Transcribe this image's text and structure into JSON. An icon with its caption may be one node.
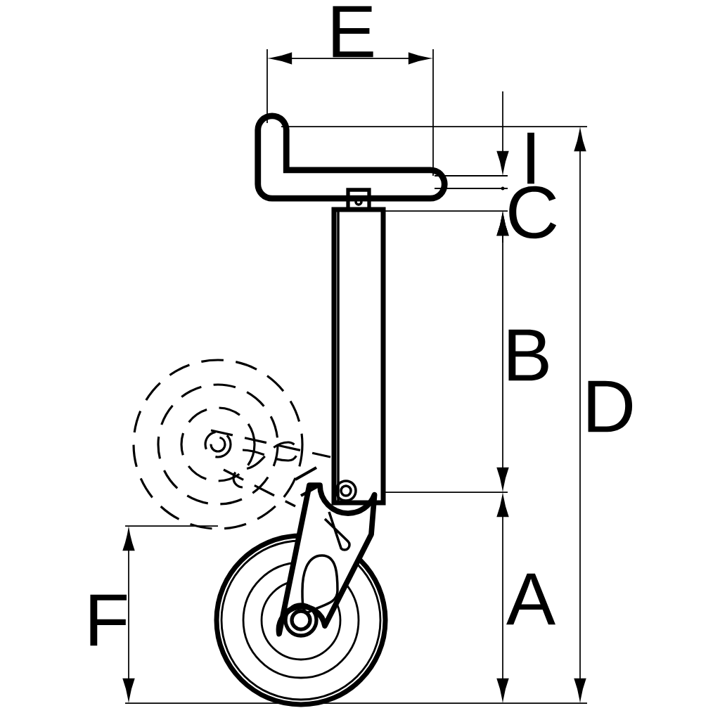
{
  "diagram": {
    "labels": [
      "E",
      "I",
      "C",
      "B",
      "D",
      "A",
      "F"
    ]
  }
}
